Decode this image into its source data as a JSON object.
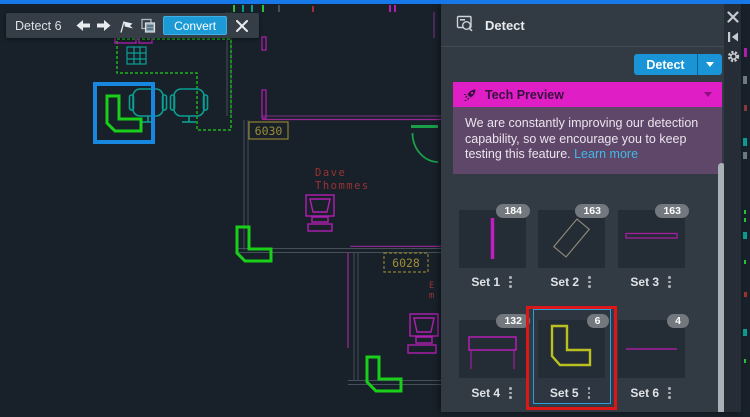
{
  "colors": {
    "accent_blue": "#1994d6",
    "banner_magenta": "#e01ec6",
    "annotation_red": "#dc1717",
    "detection_green": "#19cf19",
    "selection_blue": "#1787e0"
  },
  "toolbar": {
    "title": "Detect 6",
    "convert_label": "Convert"
  },
  "canvas": {
    "room_labels": [
      "6030",
      "6028"
    ],
    "name_text": [
      "Dave",
      "Thommes"
    ],
    "clipped_text": [
      "E",
      "m"
    ]
  },
  "panel": {
    "title": "Detect",
    "detect_button_label": "Detect",
    "tech_preview": {
      "title": "Tech Preview",
      "body": "We are constantly improving our detection capability, so we encourage you to keep testing this feature.",
      "link_label": "Learn more"
    },
    "sets": [
      {
        "name": "Set 1",
        "count": "184"
      },
      {
        "name": "Set 2",
        "count": "163"
      },
      {
        "name": "Set 3",
        "count": "163"
      },
      {
        "name": "Set 4",
        "count": "132"
      },
      {
        "name": "Set 5",
        "count": "6"
      },
      {
        "name": "Set 6",
        "count": "4"
      }
    ]
  }
}
